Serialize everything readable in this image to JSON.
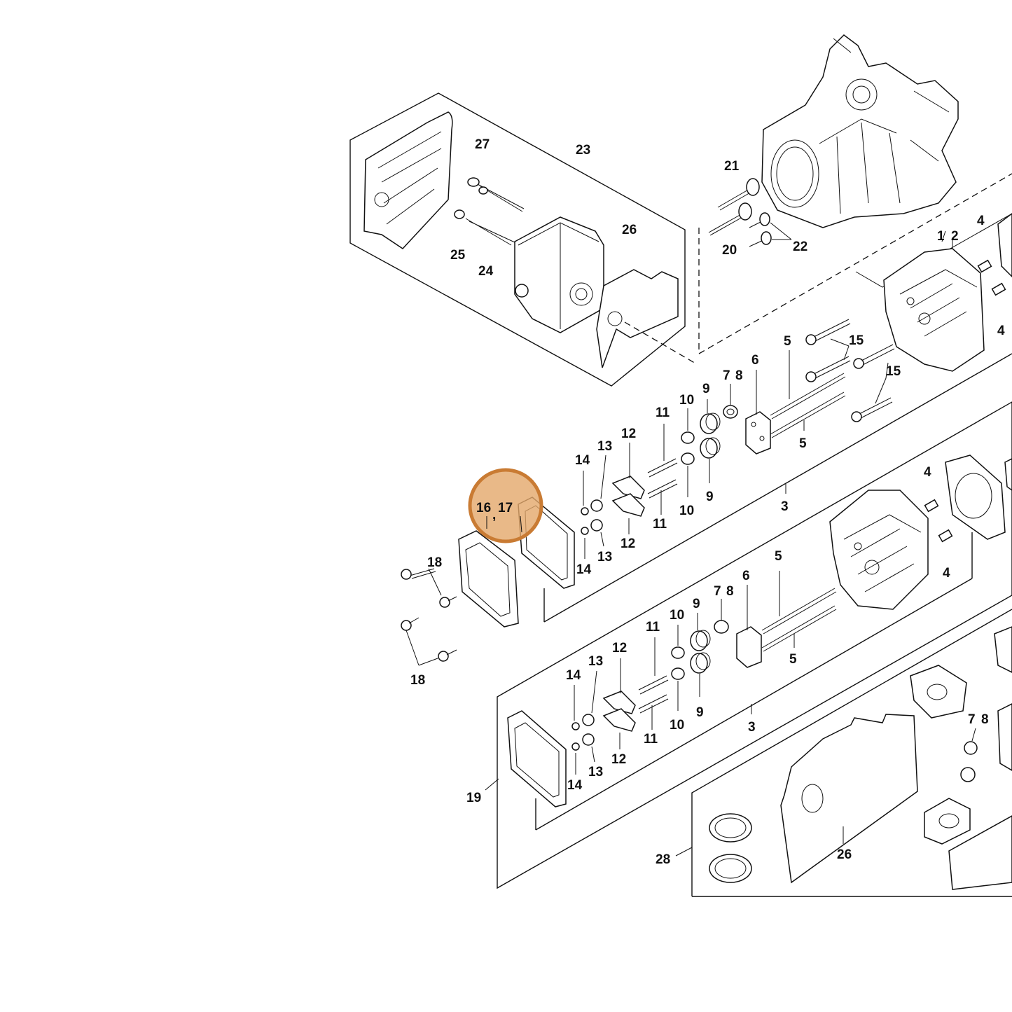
{
  "highlight": {
    "color": "#e3a86a",
    "ring_color": "#c97b33"
  },
  "labels": {
    "l27": "27",
    "l23": "23",
    "l25": "25",
    "l24": "24",
    "l26a": "26",
    "l21": "21",
    "l20": "20",
    "l22": "22",
    "l1": "1",
    "l2": "2",
    "l4a": "4",
    "l4b": "4",
    "l4c": "4",
    "l4d": "4",
    "l5a": "5",
    "l5b": "5",
    "l5c": "5",
    "l5d": "5",
    "l15a": "15",
    "l15b": "15",
    "l6a": "6",
    "l6b": "6",
    "l78a": "7",
    "l78b": "8",
    "l78c": "7",
    "l78d": "8",
    "l78e": "7",
    "l78f": "8",
    "l9a": "9",
    "l9b": "9",
    "l9c": "9",
    "l9d": "9",
    "l10a": "10",
    "l10b": "10",
    "l10c": "10",
    "l10d": "10",
    "l11a": "11",
    "l11b": "11",
    "l11c": "11",
    "l11d": "11",
    "l12a": "12",
    "l12b": "12",
    "l12c": "12",
    "l12d": "12",
    "l13a": "13",
    "l13b": "13",
    "l13c": "13",
    "l13d": "13",
    "l14a": "14",
    "l14b": "14",
    "l14c": "14",
    "l14d": "14",
    "l3a": "3",
    "l3b": "3",
    "l16": "16",
    "l17": "17",
    "l18a": "18",
    "l18b": "18",
    "l19": "19",
    "l26b": "26",
    "l28": "28"
  }
}
